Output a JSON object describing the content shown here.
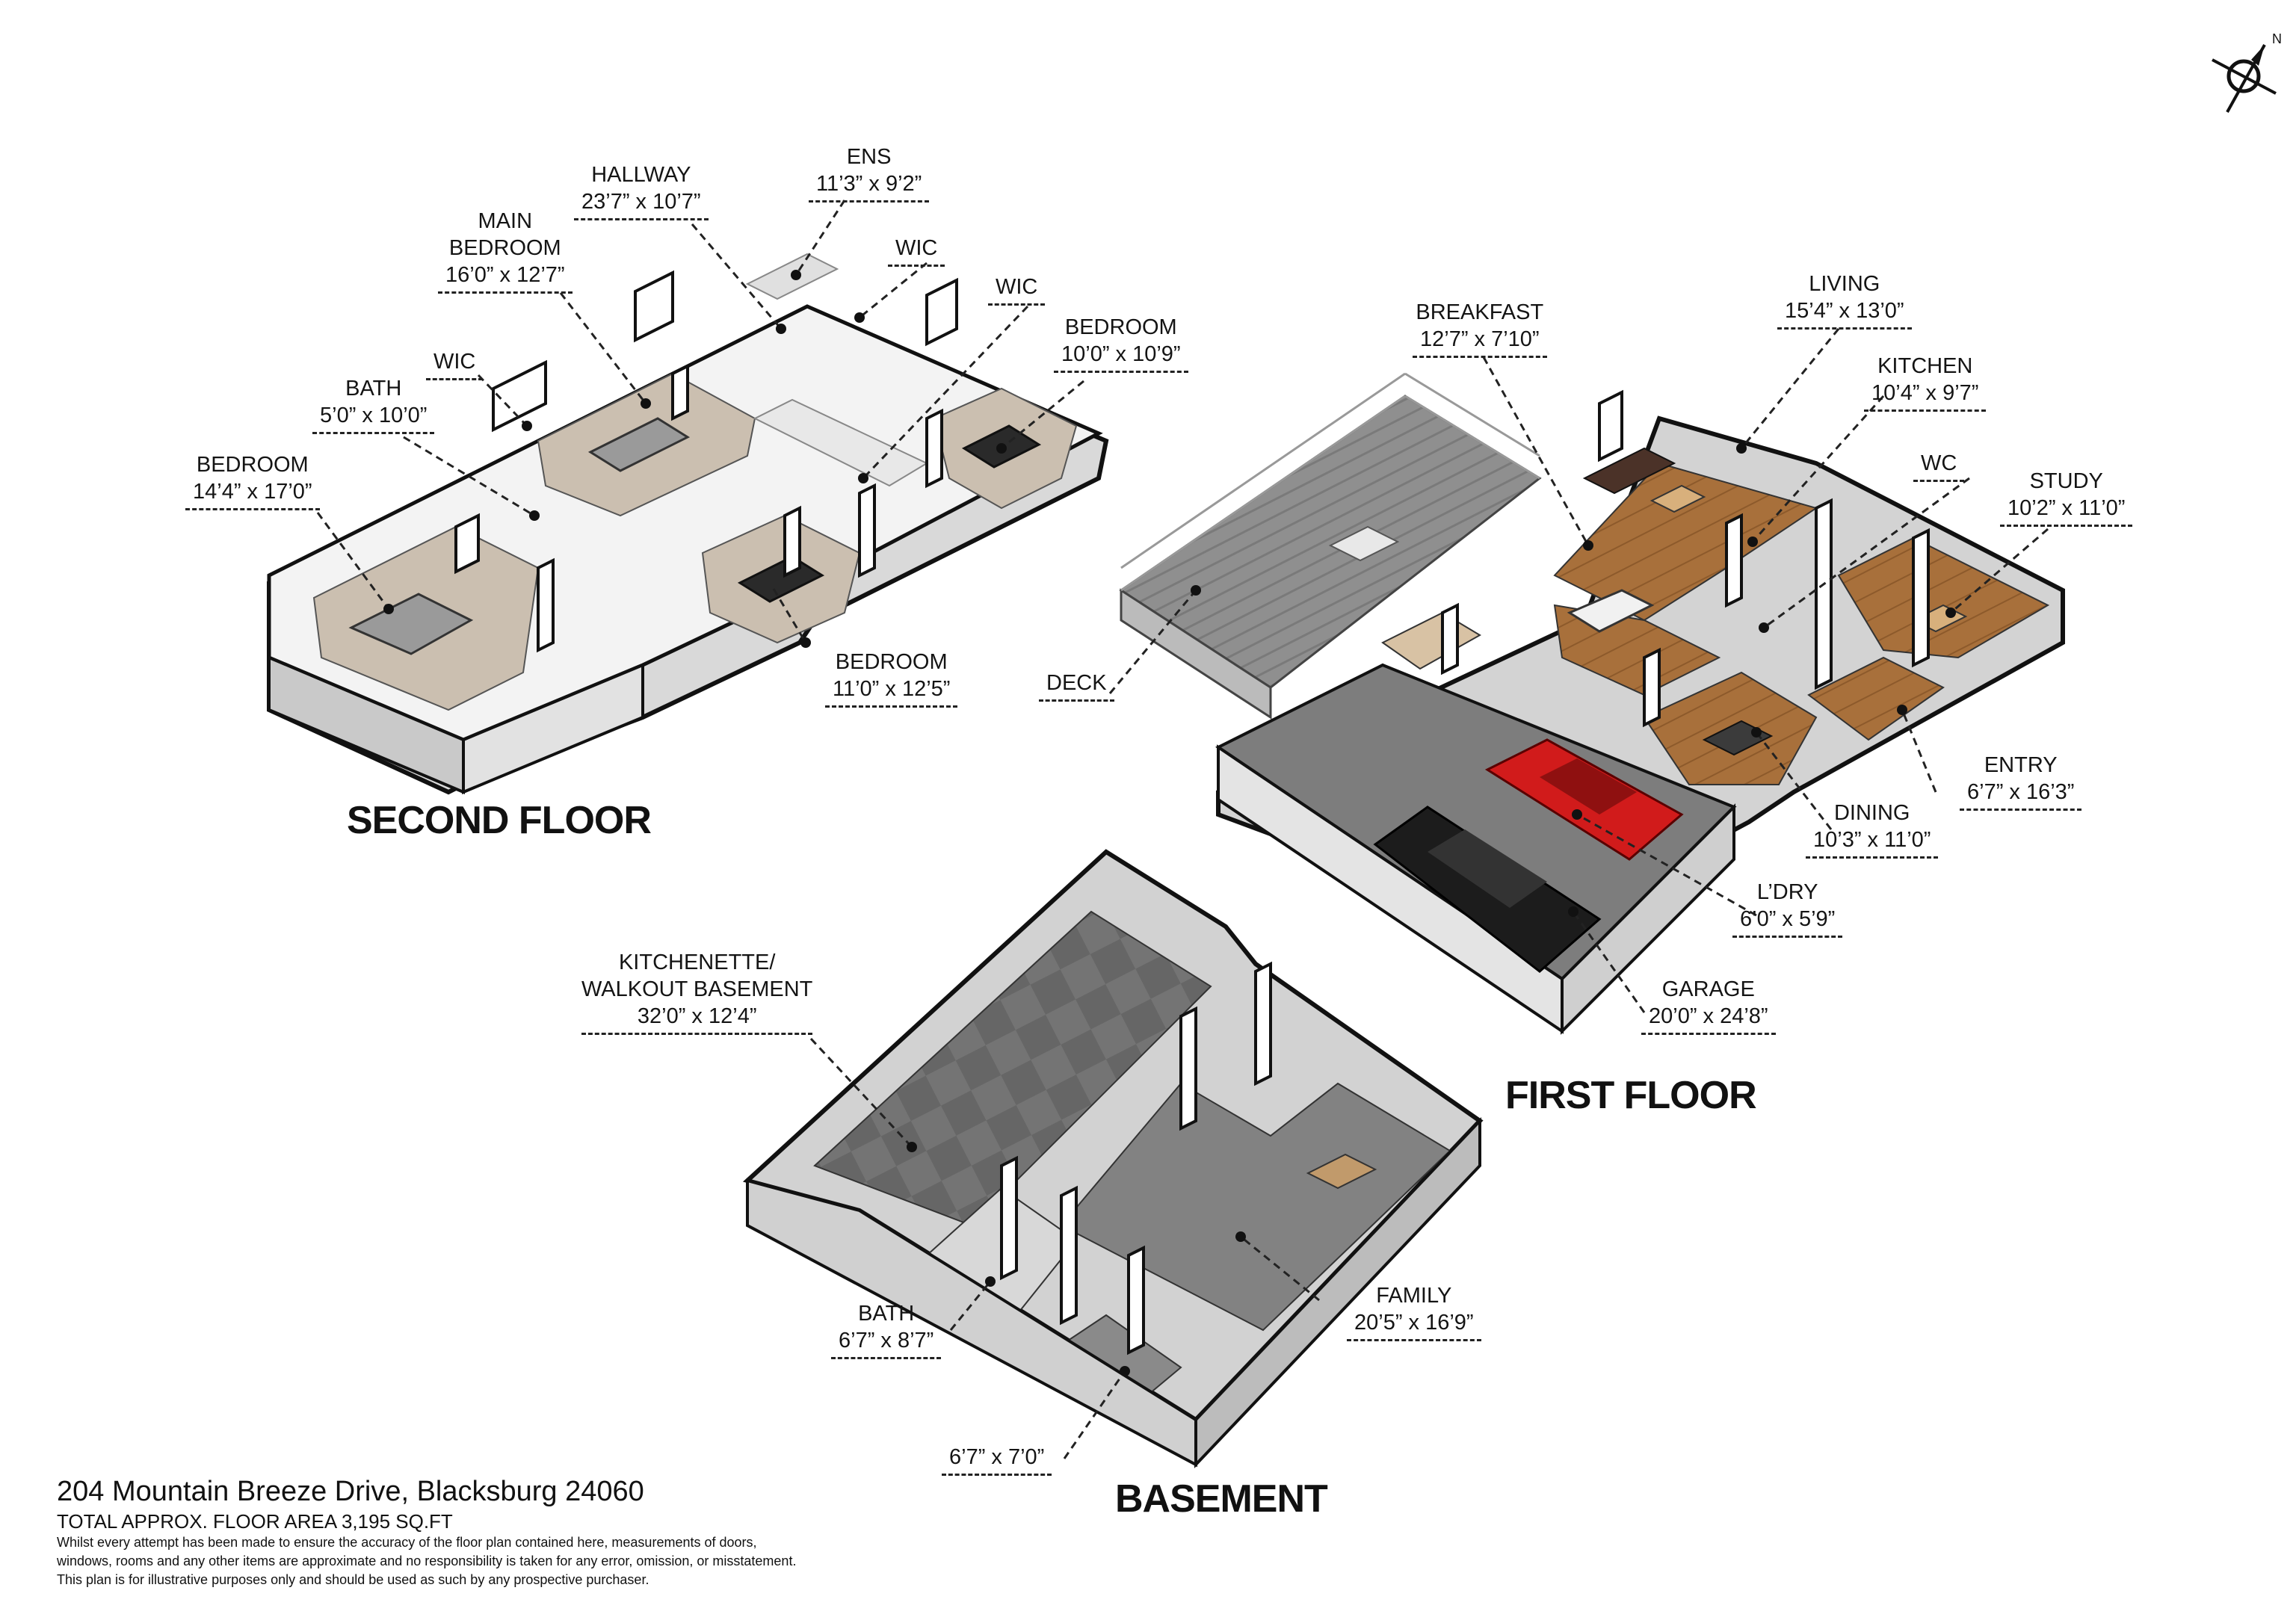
{
  "floors": {
    "second": "SECOND FLOOR",
    "first": "FIRST FLOOR",
    "basement": "BASEMENT"
  },
  "rooms": {
    "hallway": {
      "name": "HALLWAY",
      "dims": "23’7” x 10’7”"
    },
    "ens": {
      "name": "ENS",
      "dims": "11’3” x 9’2”"
    },
    "main_bedroom": {
      "name1": "MAIN",
      "name2": "BEDROOM",
      "dims": "16’0” x 12’7”"
    },
    "wic_ens": {
      "name": "WIC"
    },
    "wic_2": {
      "name": "WIC"
    },
    "bedroom_ne": {
      "name": "BEDROOM",
      "dims": "10’0” x 10’9”"
    },
    "wic_left": {
      "name": "WIC"
    },
    "bath_upper": {
      "name": "BATH",
      "dims": "5’0” x 10’0”"
    },
    "bedroom_w": {
      "name": "BEDROOM",
      "dims": "14’4” x 17’0”"
    },
    "bedroom_s": {
      "name": "BEDROOM",
      "dims": "11’0” x 12’5”"
    },
    "breakfast": {
      "name": "BREAKFAST",
      "dims": "12’7” x 7’10”"
    },
    "living": {
      "name": "LIVING",
      "dims": "15’4” x 13’0”"
    },
    "kitchen": {
      "name": "KITCHEN",
      "dims": "10’4” x 9’7”"
    },
    "wc": {
      "name": "WC"
    },
    "study": {
      "name": "STUDY",
      "dims": "10’2” x 11’0”"
    },
    "deck": {
      "name": "DECK"
    },
    "entry": {
      "name": "ENTRY",
      "dims": "6’7” x 16’3”"
    },
    "dining": {
      "name": "DINING",
      "dims": "10’3” x 11’0”"
    },
    "laundry": {
      "name": "L’DRY",
      "dims": "6’0” x 5’9”"
    },
    "garage": {
      "name": "GARAGE",
      "dims": "20’0” x 24’8”"
    },
    "kitchenette": {
      "name1": "KITCHENETTE/",
      "name2": "WALKOUT BASEMENT",
      "dims": "32’0” x 12’4”"
    },
    "family": {
      "name": "FAMILY",
      "dims": "20’5” x 16’9”"
    },
    "bath_lower": {
      "name": "BATH",
      "dims": "6’7” x 8’7”"
    },
    "storage": {
      "dims": "6’7” x 7’0”"
    }
  },
  "compass_label": "N",
  "footer": {
    "address": "204 Mountain Breeze Drive, Blacksburg 24060",
    "area": "TOTAL APPROX. FLOOR AREA 3,195 SQ.FT",
    "disclaimer1": "Whilst every attempt has been made to ensure the accuracy of the floor plan contained here, measurements of doors,",
    "disclaimer2": "windows, rooms and any other items are approximate and no responsibility is taken for any error, omission, or misstatement.",
    "disclaimer3": "This plan is for illustrative purposes only and should be used as such by any prospective purchaser."
  },
  "colors": {
    "wall_top": "#f2f2f2",
    "wall_side": "#cfcfcf",
    "carpet": "#cbbfb0",
    "wood": "#a9703a",
    "deck": "#8e8e8e",
    "garage_floor": "#7d7d7d",
    "tile": "#6f6f6f",
    "car_red": "#d11b1b",
    "car_black": "#1c1c1c"
  }
}
